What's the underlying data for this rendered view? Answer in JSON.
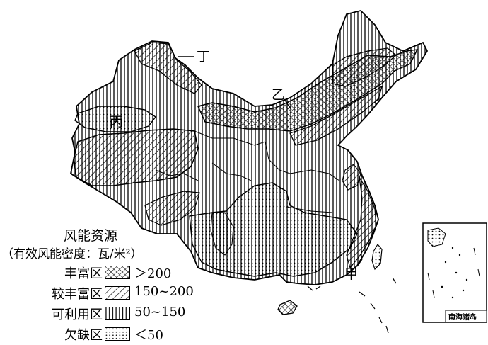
{
  "map": {
    "labels": {
      "ding": "丁",
      "yi": "乙",
      "bing": "丙",
      "jia": "甲"
    },
    "inset_title": "南海诸岛",
    "legend": {
      "title": "风能资源",
      "subtitle": "（有效风能密度：瓦/米²）",
      "items": [
        {
          "name": "丰富区",
          "range": "＞200",
          "pattern": "crosshatch"
        },
        {
          "name": "较丰富区",
          "range": "150~200",
          "pattern": "diagonal"
        },
        {
          "name": "可利用区",
          "range": "50~150",
          "pattern": "vertical"
        },
        {
          "name": "欠缺区",
          "range": "＜50",
          "pattern": "dots"
        }
      ]
    }
  }
}
